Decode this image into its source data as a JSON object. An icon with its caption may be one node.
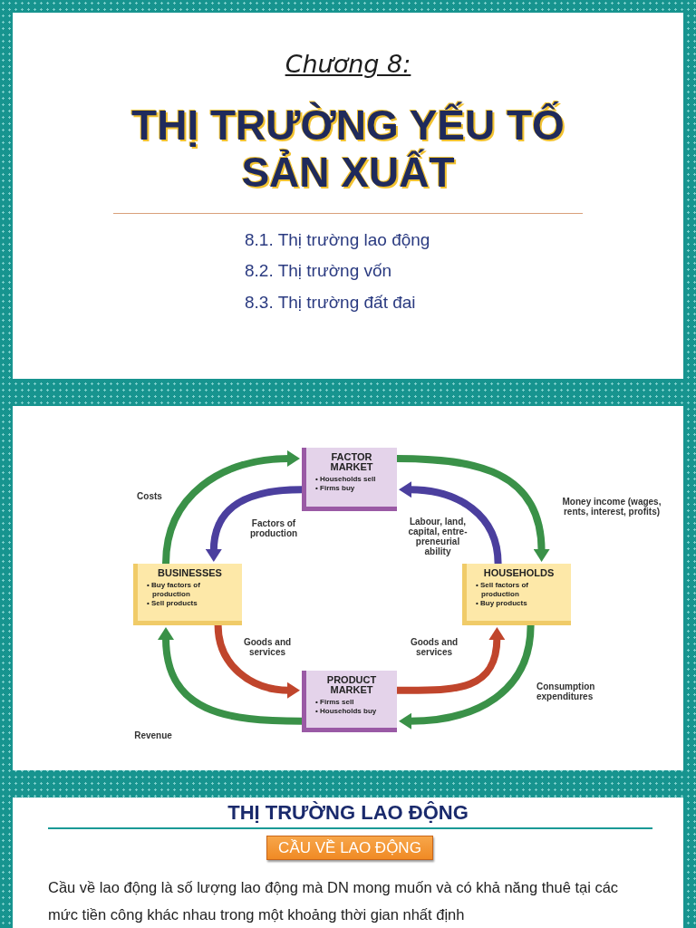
{
  "diagram": {
    "title": "THỊ TRƯỜNG YẾU TỐ SẢN XUẤT",
    "nodes": [
      {
        "text": [
          "FACTOR MARKET",
          "• Households sell",
          "• Firms buy"
        ]
      },
      {
        "text": [
          "BUSINESSES",
          "• Buy factors of production",
          "• Sell products"
        ]
      },
      {
        "text": [
          "HOUSEHOLDS",
          "• Sell factors of production",
          "• Buy products"
        ]
      },
      {
        "text": [
          "PRODUCT MARKET",
          "• Firms sell",
          "• Households buy"
        ]
      },
      {
        "text": [
          "CẦU VỀ LAO ĐỘNG"
        ]
      }
    ],
    "edges": [
      {
        "from": 1,
        "to": 0,
        "arrow": "to",
        "label": "Costs"
      },
      {
        "from": 0,
        "to": 1,
        "arrow": "to",
        "label": "Factors of production",
        "color": "#4b3f9e"
      },
      {
        "from": 0,
        "to": 2,
        "arrow": "to",
        "label": "Money income (wages, rents, interest, profits)"
      },
      {
        "from": 2,
        "to": 0,
        "arrow": "to",
        "label": "Labour, land, capital, entre- preneurial ability",
        "color": "#4b3f9e"
      },
      {
        "from": 1,
        "to": 3,
        "arrow": "to",
        "label": "Goods and services",
        "color": "#c0452c"
      },
      {
        "from": 3,
        "to": 2,
        "arrow": "to",
        "label": "Goods and services",
        "color": "#c0452c"
      },
      {
        "from": 2,
        "to": 3,
        "arrow": "to",
        "label": "Consumption expenditures"
      },
      {
        "from": 3,
        "to": 1,
        "arrow": "to",
        "label": "Revenue"
      }
    ],
    "labels": [
      "Chương 8:",
      "8.1. Thị trường lao động",
      "8.2. Thị trường vốn",
      "8.3. Thị trường đất đai",
      "THỊ TRƯỜNG LAO ĐỘNG",
      "Cầu về lao động là số lượng lao động mà DN mong muốn và có khả năng thuê tại các mức tiền công khác nhau trong một khoảng thời gian nhất định"
    ]
  }
}
